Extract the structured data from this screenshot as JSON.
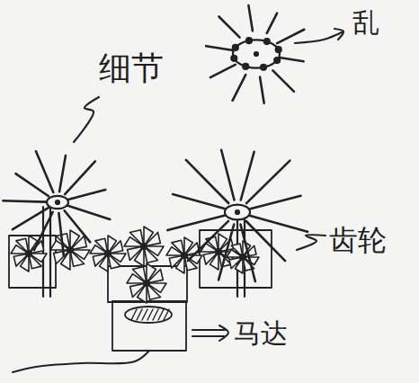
{
  "diagram": {
    "labels": [
      "细节",
      "乱",
      "齿轮",
      "马达"
    ]
  }
}
